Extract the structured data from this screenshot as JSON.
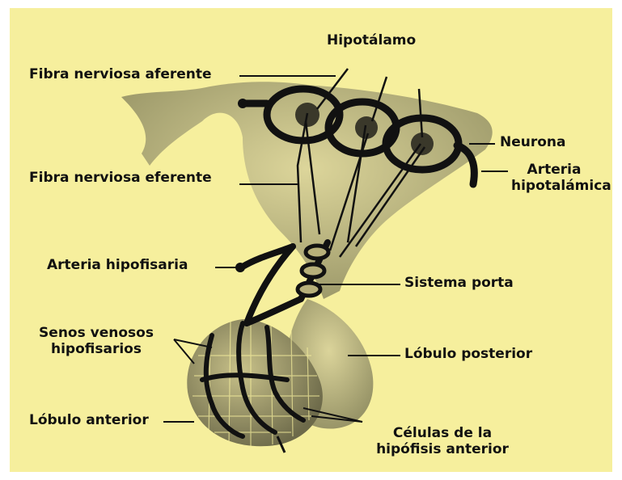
{
  "colors": {
    "background": "#f6ef9d",
    "ink": "#111111",
    "tissue": "#8c8a6a"
  },
  "labels": {
    "hipotalamo": "Hipotálamo",
    "fibra_aferente": "Fibra nerviosa aferente",
    "neurona": "Neurona",
    "arteria_hipotalamica_1": "Arteria",
    "arteria_hipotalamica_2": "hipotalámica",
    "fibra_eferente": "Fibra nerviosa eferente",
    "arteria_hipofisaria": "Arteria hipofisaria",
    "sistema_porta": "Sistema porta",
    "senos_1": "Senos venosos",
    "senos_2": "hipofisarios",
    "lobulo_posterior": "Lóbulo posterior",
    "lobulo_anterior": "Lóbulo anterior",
    "celulas_1": "Células de la",
    "celulas_2": "hipófisis anterior"
  }
}
